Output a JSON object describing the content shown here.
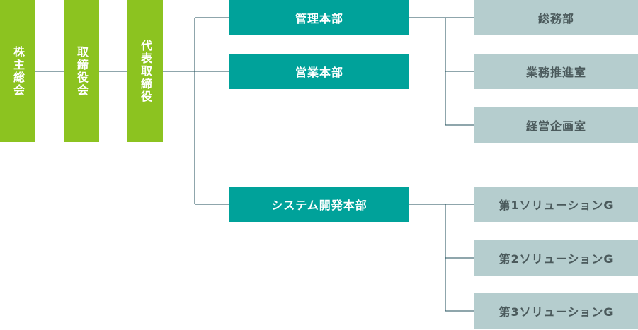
{
  "top_levels": [
    {
      "label": "株主総会"
    },
    {
      "label": "取締役会"
    },
    {
      "label": "代表取締役"
    }
  ],
  "departments": [
    {
      "label": "管理本部"
    },
    {
      "label": "営業本部"
    },
    {
      "label": "システム開発本部"
    }
  ],
  "management_units": [
    {
      "label": "総務部"
    },
    {
      "label": "業務推進室"
    },
    {
      "label": "経営企画室"
    }
  ],
  "dev_units": [
    {
      "label": "第1ソリューションG"
    },
    {
      "label": "第2ソリューションG"
    },
    {
      "label": "第3ソリューションG"
    }
  ],
  "colors": {
    "top_level_fill": "#8cc320",
    "department_fill": "#00a29a",
    "unit_fill": "#b5cdce",
    "connector": "#1f4e5a"
  }
}
